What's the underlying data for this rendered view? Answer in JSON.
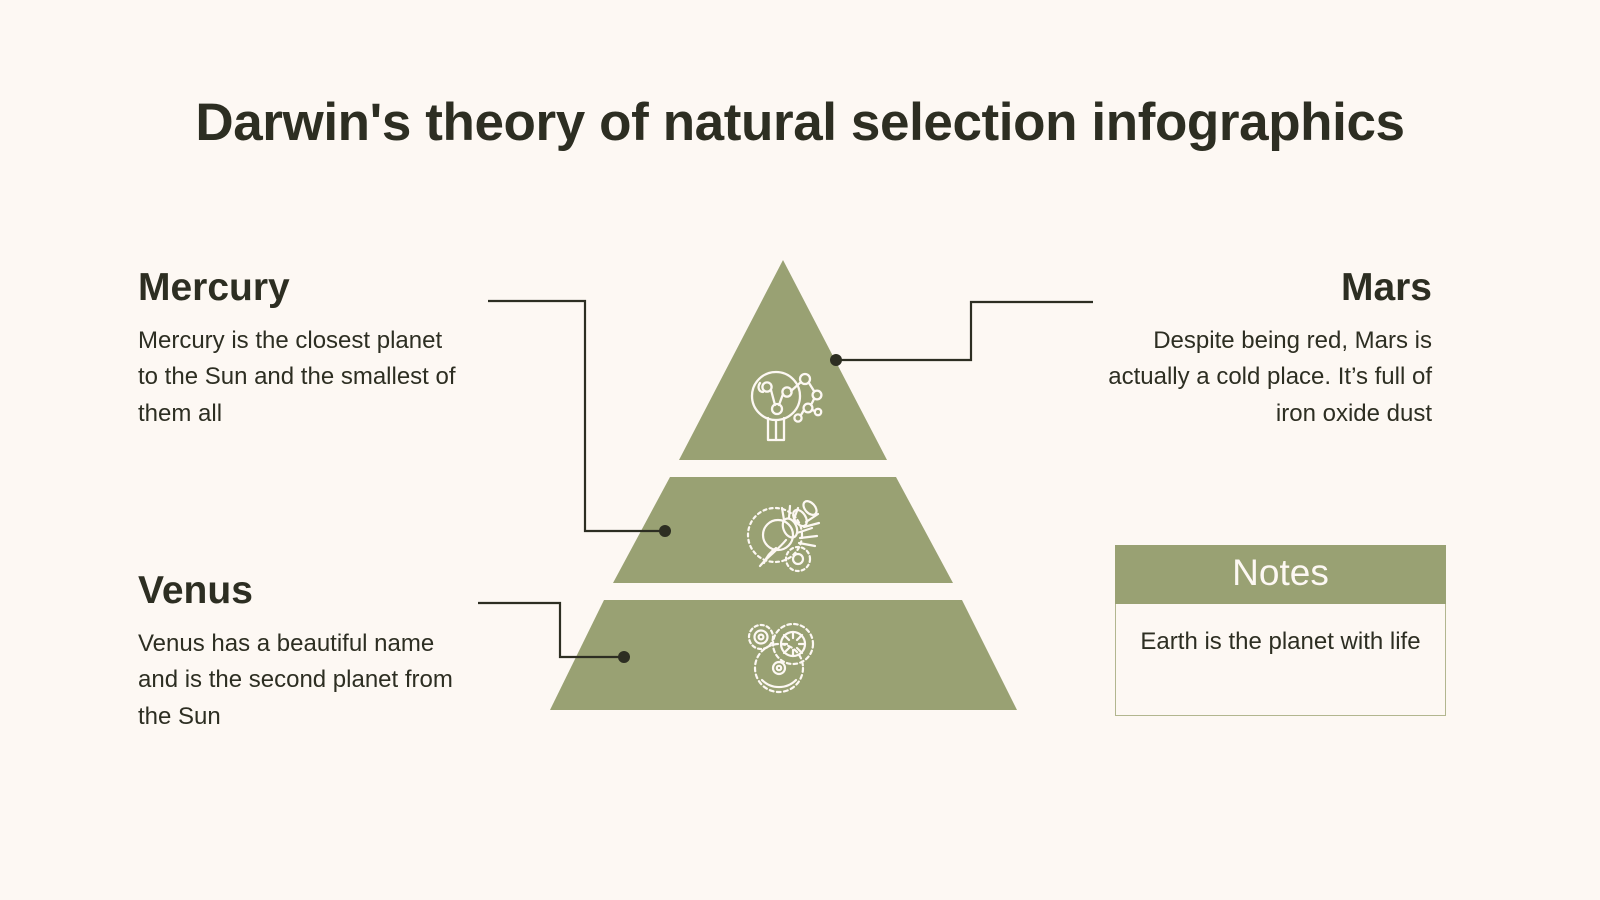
{
  "slide": {
    "title": "Darwin's theory of natural selection infographics",
    "background_color": "#fdf8f3",
    "accent_color": "#99a173",
    "text_color": "#2d2e22"
  },
  "blocks": [
    {
      "id": "mercury",
      "heading": "Mercury",
      "body": "Mercury is the closest planet to the Sun and the smallest of them all",
      "align": "left"
    },
    {
      "id": "venus",
      "heading": "Venus",
      "body": "Venus has a beautiful name and is the second planet from the Sun",
      "align": "left"
    },
    {
      "id": "mars",
      "heading": "Mars",
      "body": "Despite being red, Mars is actually a cold place. It’s full of iron oxide dust",
      "align": "right"
    }
  ],
  "pyramid": {
    "tiers": [
      {
        "id": "top",
        "icon": "magnifier-molecule-icon",
        "connected_to": "mars"
      },
      {
        "id": "middle",
        "icon": "plant-microscope-icon",
        "connected_to": "mercury"
      },
      {
        "id": "bottom",
        "icon": "gears-icon",
        "connected_to": "venus"
      }
    ],
    "fill_color": "#99a173"
  },
  "notes": {
    "header": "Notes",
    "body": "Earth is the planet with life"
  }
}
